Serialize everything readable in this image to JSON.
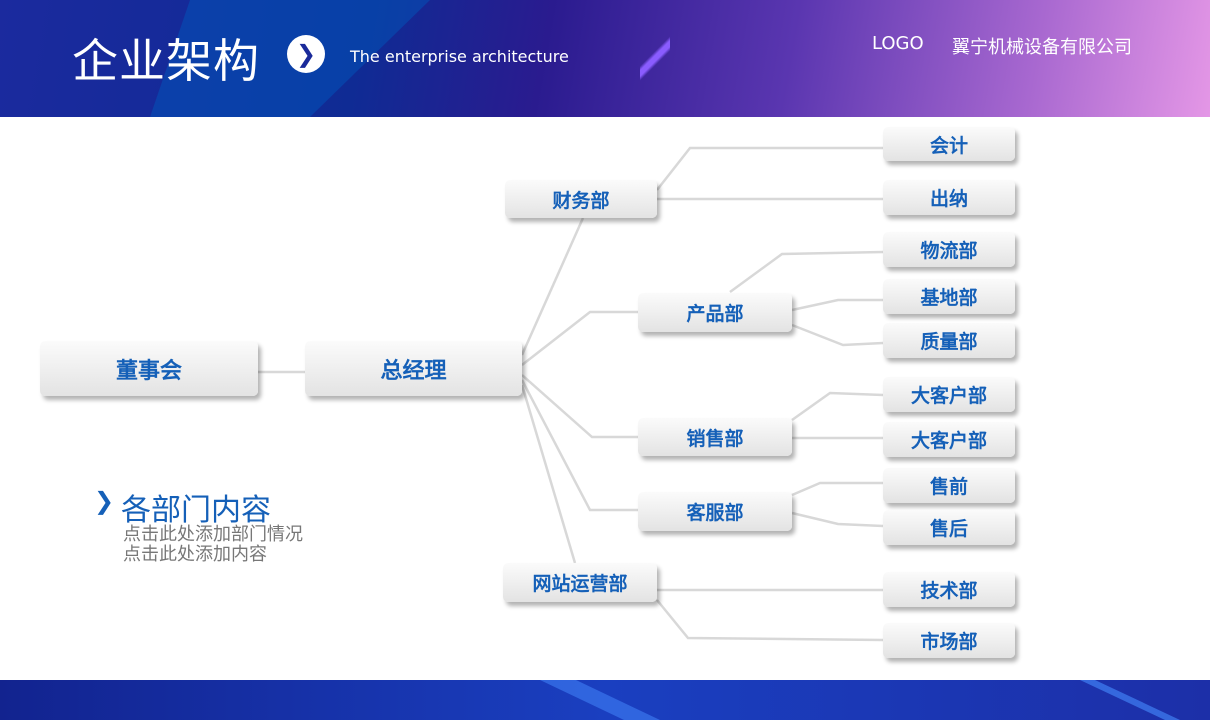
{
  "header": {
    "title": "企业架构",
    "subtitle": "The enterprise architecture",
    "logo": "LOGO",
    "company": "翼宁机械设备有限公司"
  },
  "org": {
    "board": "董事会",
    "gm": "总经理",
    "departments": [
      "财务部",
      "产品部",
      "销售部",
      "客服部",
      "网站运营部"
    ],
    "units": [
      "会计",
      "出纳",
      "物流部",
      "基地部",
      "质量部",
      "大客户部",
      "大客户部",
      "售前",
      "售后",
      "技术部",
      "市场部"
    ]
  },
  "section": {
    "title": "各部门内容",
    "lines": [
      "点击此处添加部门情况",
      "点击此处添加内容"
    ]
  },
  "colors": {
    "accent": "#1560b8",
    "line": "#d8d8d8"
  }
}
